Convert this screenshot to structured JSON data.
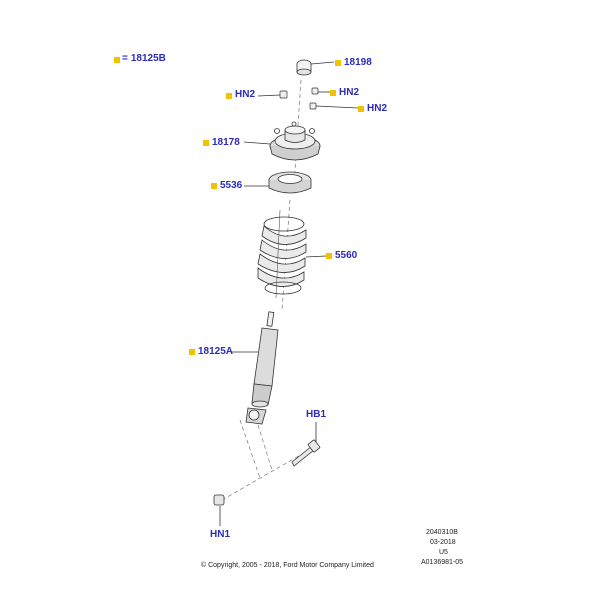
{
  "legend": {
    "equals": "=",
    "part": "18125B"
  },
  "callouts": {
    "mount_nut": "18198",
    "nut_left": "HN2",
    "nut_right_upper": "HN2",
    "nut_right_lower": "HN2",
    "upper_mount": "18178",
    "spring_seat": "5536",
    "coil_spring": "5560",
    "shock_absorber": "18125A",
    "bolt": "HB1",
    "lower_nut": "HN1"
  },
  "footer": {
    "copyright": "© Copyright, 2005 - 2018, Ford Motor Company Limited",
    "ref_code": "2040310B",
    "date": "03-2018",
    "variant": "U5",
    "illustration_id": "A0136981-05"
  },
  "colors": {
    "label_text": "#2b2bbd",
    "marker": "#f2c200",
    "line": "#333333"
  }
}
